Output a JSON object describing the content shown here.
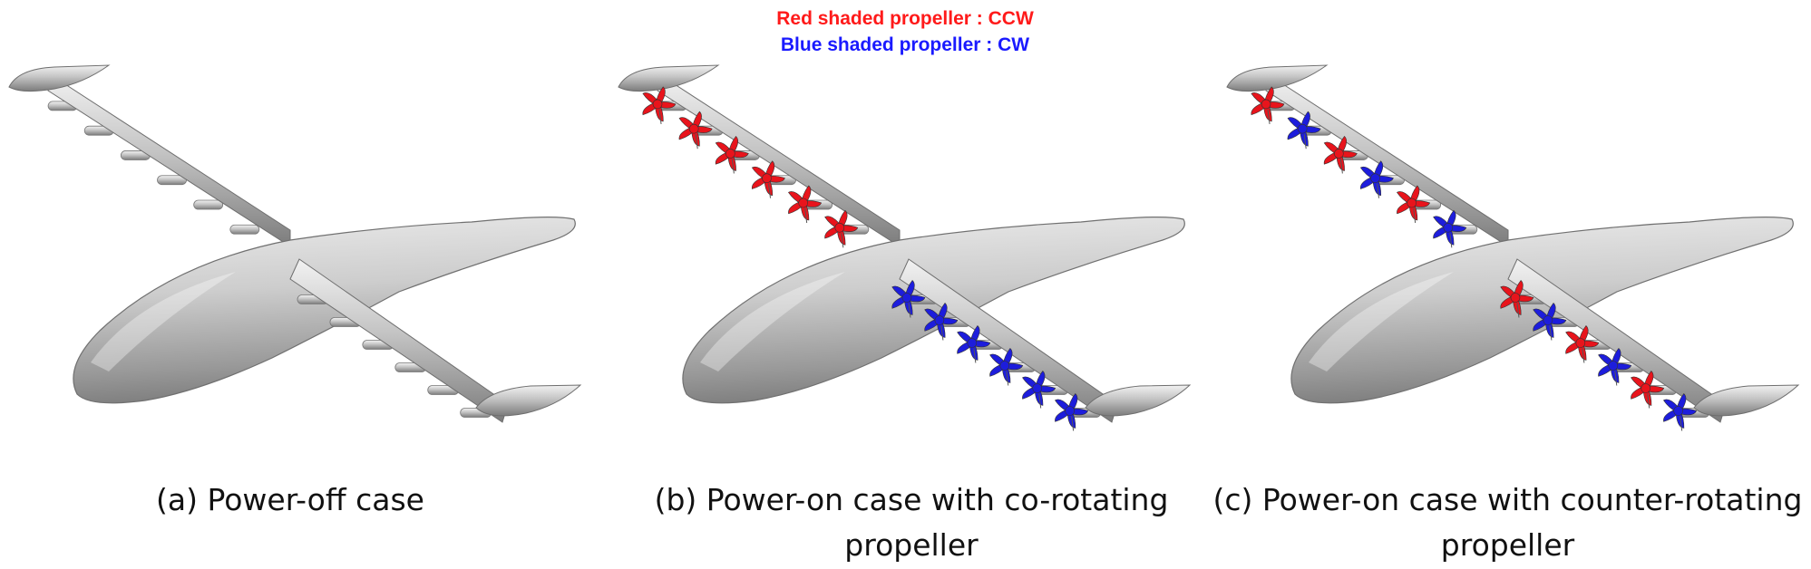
{
  "legend": {
    "red": "Red shaded propeller : CCW",
    "blue": "Blue shaded propeller : CW"
  },
  "colors": {
    "ccw": "#e8141c",
    "cw": "#1d1ddc",
    "body": "#b5b5b5"
  },
  "panels": [
    {
      "id": "a",
      "caption": "(a) Power-off case",
      "propellers": "none"
    },
    {
      "id": "b",
      "caption": "(b) Power-on case with co-rotating propeller",
      "propellers": "co-rotating"
    },
    {
      "id": "c",
      "caption": "(c) Power-on case with counter-rotating propeller",
      "propellers": "counter-rotating"
    }
  ]
}
